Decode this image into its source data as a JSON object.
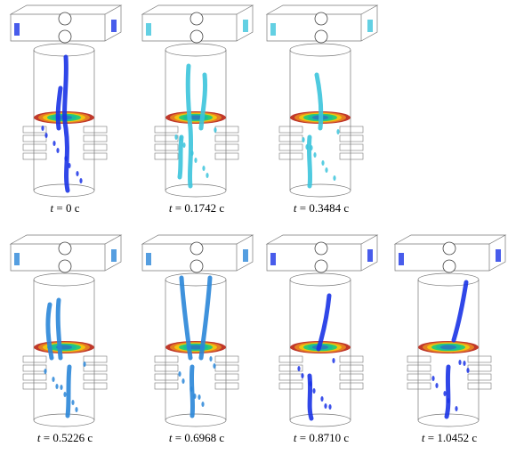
{
  "figure": {
    "panels": [
      {
        "time_var": "t",
        "time_value": "= 0 c",
        "color": "#1a33e6"
      },
      {
        "time_var": "t",
        "time_value": "= 0.1742 c",
        "color": "#3cc4dc"
      },
      {
        "time_var": "t",
        "time_value": "= 0.3484 c",
        "color": "#3cc4dc"
      },
      {
        "time_var": "t",
        "time_value": "= 0.5226 c",
        "color": "#2a86d8"
      },
      {
        "time_var": "t",
        "time_value": "= 0.6968 c",
        "color": "#2a86d8"
      },
      {
        "time_var": "t",
        "time_value": "= 0.8710 c",
        "color": "#1a33e6"
      },
      {
        "time_var": "t",
        "time_value": "= 1.0452 c",
        "color": "#1a33e6"
      }
    ],
    "disc_colors": [
      "#c0392b",
      "#e67e22",
      "#f1c40f",
      "#2ecc71",
      "#1abc9c",
      "#2980b9"
    ]
  }
}
